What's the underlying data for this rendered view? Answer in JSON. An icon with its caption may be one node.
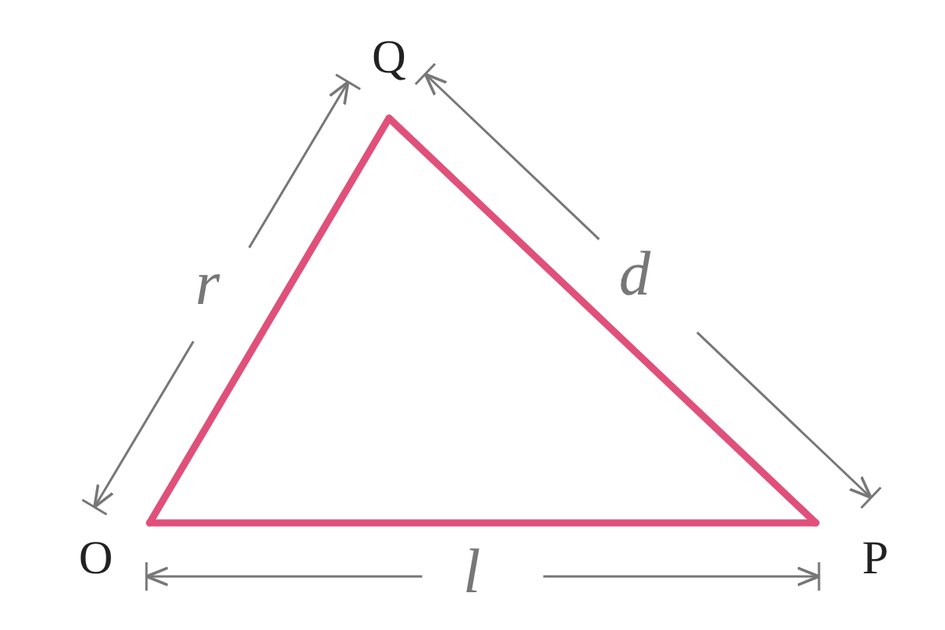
{
  "diagram": {
    "nodes": [
      {
        "text": [
          "O"
        ]
      },
      {
        "text": [
          "Q"
        ]
      },
      {
        "text": [
          "P"
        ]
      }
    ],
    "edges": [
      {
        "from": 0,
        "to": 1,
        "arrow": "none"
      },
      {
        "from": 1,
        "to": 2,
        "arrow": "none"
      },
      {
        "from": 2,
        "to": 0,
        "arrow": "none"
      }
    ],
    "labels": [
      "r",
      "d",
      "l"
    ]
  }
}
